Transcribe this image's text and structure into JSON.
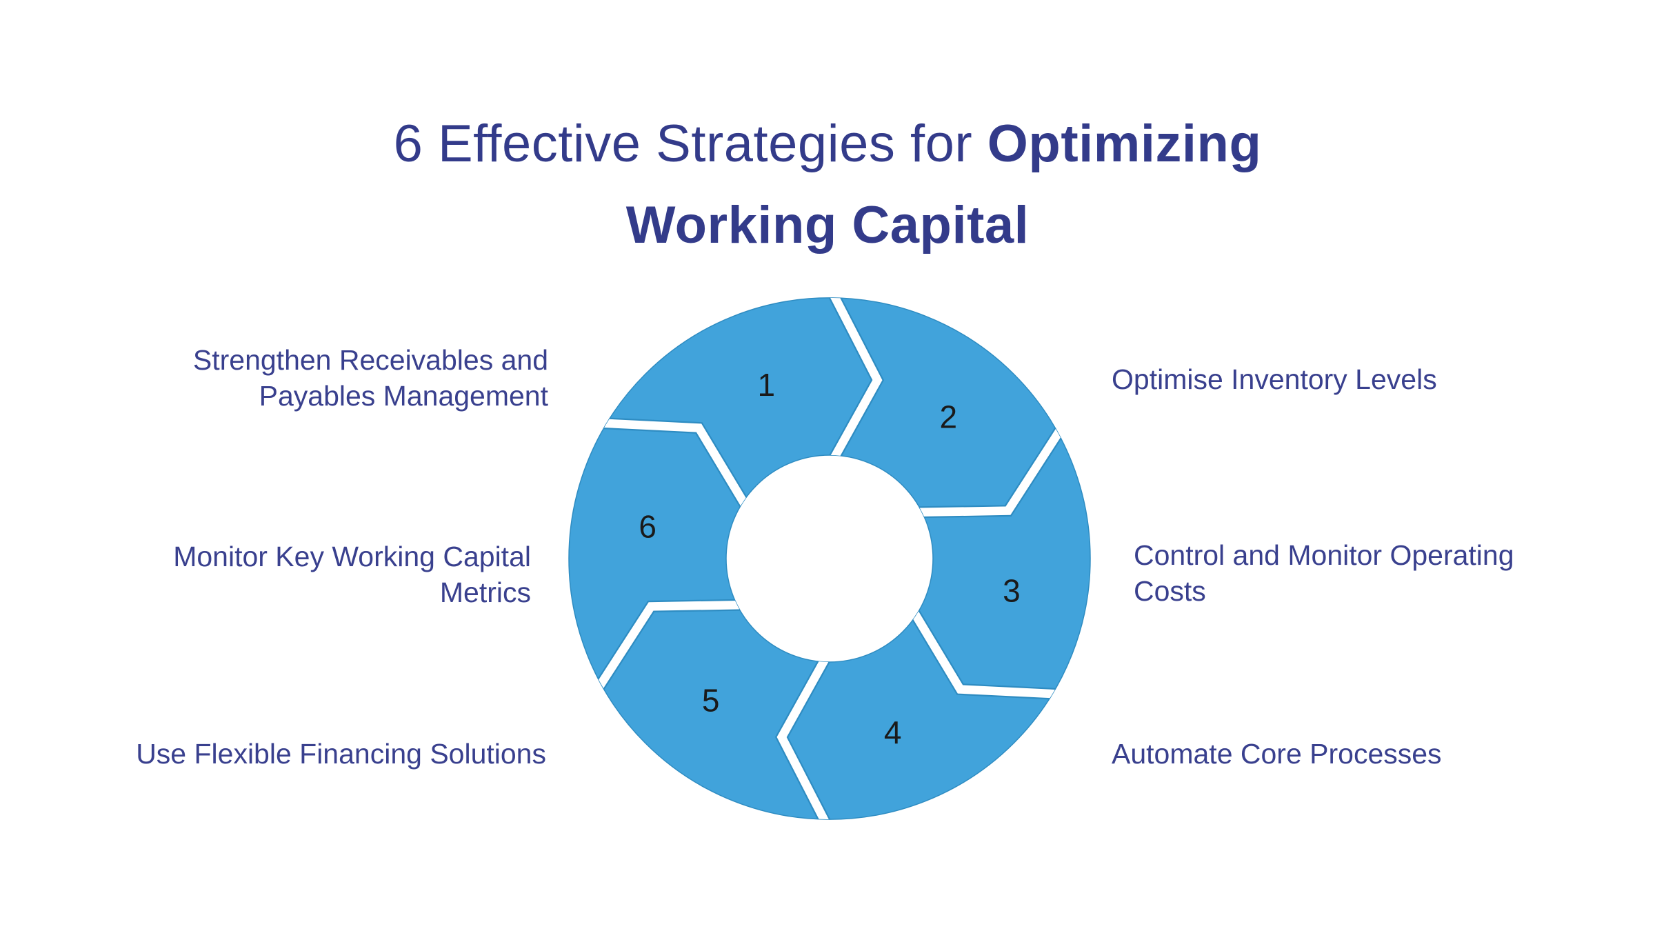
{
  "title": {
    "line1_regular": "6 Effective Strategies for ",
    "line1_bold": "Optimizing",
    "line2_bold": "Working Capital"
  },
  "diagram": {
    "type": "cycle",
    "segments": [
      {
        "number": "1",
        "label_lines": [
          "Strengthen Receivables and",
          "Payables Management"
        ]
      },
      {
        "number": "2",
        "label_lines": [
          "Optimise Inventory Levels"
        ]
      },
      {
        "number": "3",
        "label_lines": [
          "Control and Monitor Operating",
          "Costs"
        ]
      },
      {
        "number": "4",
        "label_lines": [
          "Automate Core Processes"
        ]
      },
      {
        "number": "5",
        "label_lines": [
          "Use Flexible Financing Solutions"
        ]
      },
      {
        "number": "6",
        "label_lines": [
          "Monitor Key Working Capital",
          "Metrics"
        ]
      }
    ]
  },
  "colors": {
    "accent_blue": "#41A3DB",
    "accent_blue_edge": "#2E8CC2",
    "title_navy": "#333B8A",
    "navy_text": "#39408E",
    "number_color": "#1A1A1A",
    "background": "#FFFFFF"
  }
}
